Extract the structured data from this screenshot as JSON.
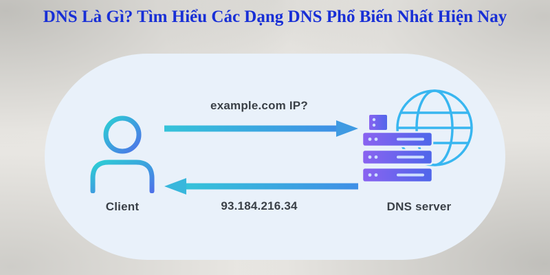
{
  "title": "DNS Là Gì? Tìm Hiểu Các Dạng DNS Phổ Biến Nhất Hiện Nay",
  "diagram": {
    "client_label": "Client",
    "server_label": "DNS server",
    "query_label": "example.com IP?",
    "response_label": "93.184.216.34"
  },
  "icons": {
    "client": "person-icon",
    "server": "server-stack-globe-icon",
    "query": "arrow-right-icon",
    "response": "arrow-left-icon"
  },
  "colors": {
    "title": "#182fd6",
    "panel_bg": "#e9f1fa",
    "label_text": "#3a4047",
    "arrow_start": "#35c3d9",
    "arrow_end": "#3f8fe6",
    "person_start": "#2ccfd4",
    "person_end": "#4d72e8",
    "server_start": "#8a63f0",
    "server_end": "#4e66ea",
    "globe": "#38b6f0"
  }
}
